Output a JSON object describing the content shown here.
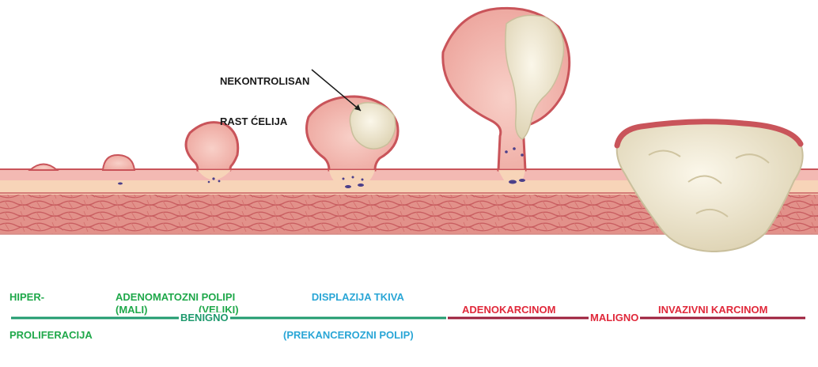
{
  "callout": {
    "line1": "NEKONTROLISAN",
    "line2": "RAST ĆELIJA"
  },
  "stages": [
    {
      "line1": "HIPER-",
      "line2": "PROLIFERACIJA",
      "color": "#1fa84a"
    },
    {
      "line1": "ADENOMATOZNI POLIPI",
      "line2": "",
      "color": "#1fa84a"
    },
    {
      "line1": "(MALI)",
      "line2": "",
      "color": "#1fa84a"
    },
    {
      "line1": "(VELIKI)",
      "line2": "",
      "color": "#1fa84a"
    },
    {
      "line1": "DISPLAZIJA TKIVA",
      "line2": "(PREKANCEROZNI POLIP)",
      "color": "#2aa6d6"
    },
    {
      "line1": "ADENOKARCINOM",
      "line2": "",
      "color": "#e0283a"
    },
    {
      "line1": "INVAZIVNI KARCINOM",
      "line2": "",
      "color": "#e0283a"
    }
  ],
  "bands": {
    "benign": {
      "label": "BENIGNO",
      "color": "#1f9a6e"
    },
    "malign": {
      "label": "MALIGNO",
      "color": "#9b1c3a",
      "text_color": "#e0283a"
    }
  },
  "colors": {
    "mucosa": "#f3b9b3",
    "mucosa_dark": "#e2887f",
    "epithelium_edge": "#c9545a",
    "submucosa": "#f7d4b8",
    "muscle": "#e2918a",
    "muscle_stripe": "#c85d60",
    "tumor": "#f2ecd8",
    "tumor_shadow": "#d9cfb0",
    "nuclei": "#4b3f8a"
  }
}
